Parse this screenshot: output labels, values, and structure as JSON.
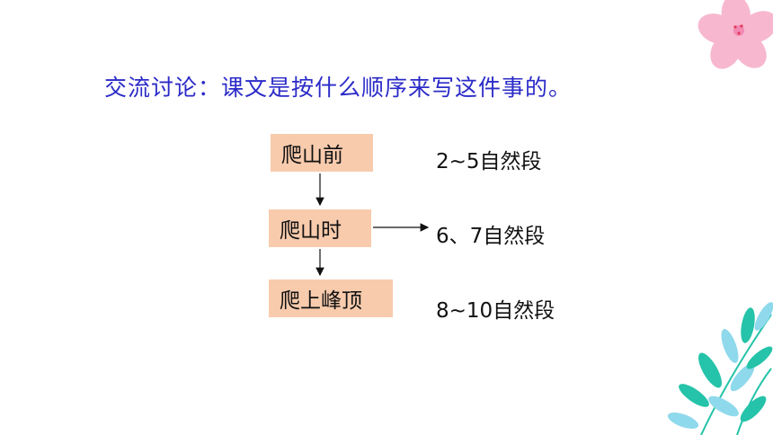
{
  "title": "交流讨论：课文是按什么顺序来写这件事的。",
  "steps": [
    {
      "label": "爬山前",
      "paragraphs": "2~5自然段"
    },
    {
      "label": "爬山时",
      "paragraphs": "6、7自然段"
    },
    {
      "label": "爬上峰顶",
      "paragraphs": "8~10自然段"
    }
  ],
  "colors": {
    "title": "#2b2bc8",
    "box_fill": "#f8cbad",
    "flower": "#f7b7cf",
    "leaf_teal": "#25c3a9",
    "leaf_blue": "#8fd9ec"
  },
  "decorations": [
    "flower-icon",
    "leaves-icon"
  ]
}
